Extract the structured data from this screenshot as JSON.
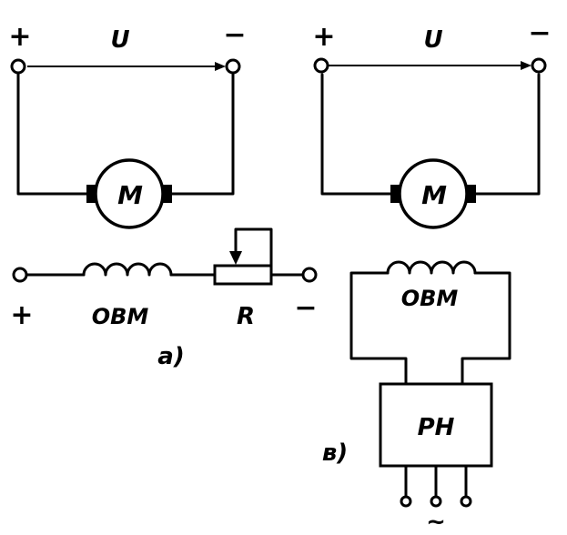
{
  "circuit_a": {
    "polarity_plus": "+",
    "polarity_minus": "−",
    "voltage_label": "U",
    "motor_label": "M",
    "field_polarity_plus": "+",
    "field_polarity_minus": "−",
    "field_winding_label": "OBM",
    "rheostat_label": "R",
    "caption": "a)"
  },
  "circuit_b": {
    "polarity_plus": "+",
    "polarity_minus": "−",
    "voltage_label": "U",
    "motor_label": "M",
    "field_winding_label": "OBM",
    "regulator_label": "PH",
    "ac_symbol": "~",
    "caption": "в)"
  }
}
